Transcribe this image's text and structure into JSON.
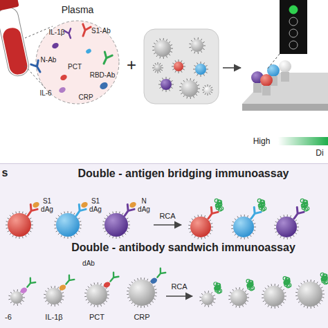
{
  "diagram": {
    "nodes": [
      {
        "text": [
          "Plasma"
        ]
      },
      {
        "text": [
          "Double - antigen bridging immunoassay"
        ]
      },
      {
        "text": [
          "Double - antibody sandwich immunoassay"
        ]
      }
    ],
    "labels": [
      "s",
      "S1-Ab",
      "IL-1β",
      "N-Ab",
      "RBD-Ab",
      "PCT",
      "IL-6",
      "CRP",
      "+",
      "High",
      "Di",
      "S1",
      "dAg",
      "S1",
      "dAg",
      "N",
      "dAg",
      "RCA",
      "dAb",
      "-6",
      "IL-1β",
      "PCT",
      "CRP",
      "RCA"
    ]
  }
}
